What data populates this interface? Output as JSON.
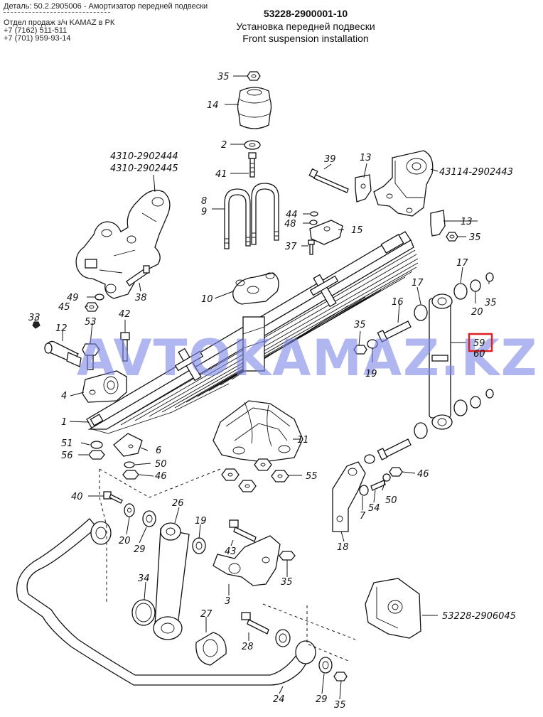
{
  "header": {
    "detail": "Деталь: 50.2.2905006 - Амортизатор передней подвески",
    "dept": "Отдел продаж з/ч KAMAZ в РК",
    "phone1": "+7 (7162) 511-511",
    "phone2": "+7 (701) 959-93-14"
  },
  "title": {
    "code": "53228-2900001-10",
    "ru": "Установка передней подвески",
    "en": "Front suspension installation"
  },
  "watermark": "AVTOKAMAZ.KZ",
  "highlight_color": "#e02020",
  "callouts": {
    "c35a": "35",
    "c14": "14",
    "c2": "2",
    "c41": "41",
    "c4310a": "4310-2902444",
    "c4310b": "4310-2902445",
    "c39": "39",
    "c13a": "13",
    "c43114": "43114-2902443",
    "c8": "8",
    "c9": "9",
    "c44": "44",
    "c48": "48",
    "c15": "15",
    "c13b": "13",
    "c35b": "35",
    "c37": "37",
    "c49": "49",
    "c45": "45",
    "c38": "38",
    "c10": "10",
    "c17a": "17",
    "c17b": "17",
    "c35c": "35",
    "c20a": "20",
    "c33": "33",
    "c42": "42",
    "c12": "12",
    "c53": "53",
    "c16": "16",
    "c35d": "35",
    "c19a": "19",
    "c59": "59",
    "c60": "60",
    "c4": "4",
    "c1": "1",
    "c11": "11",
    "c51": "51",
    "c56": "56",
    "c6": "6",
    "c50a": "50",
    "c46a": "46",
    "c55": "55",
    "c46b": "46",
    "c50b": "50",
    "c54": "54",
    "c7": "7",
    "c18": "18",
    "c40": "40",
    "c20b": "20",
    "c29a": "29",
    "c26": "26",
    "c19b": "19",
    "c43": "43",
    "c35e": "35",
    "c3": "3",
    "c34": "34",
    "c53228": "53228-2906045",
    "c27": "27",
    "c28": "28",
    "c24": "24",
    "c29b": "29",
    "c35f": "35"
  }
}
